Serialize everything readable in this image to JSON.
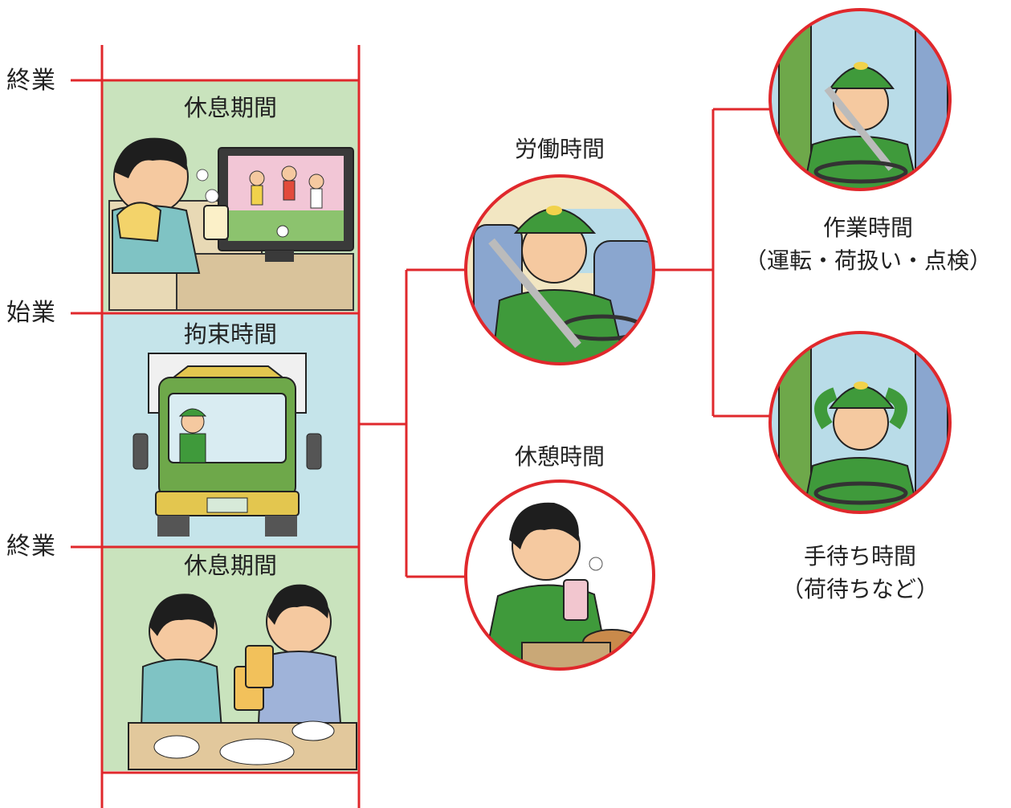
{
  "timeline": {
    "top_end_label": "終業",
    "start_label": "始業",
    "bottom_end_label": "終業"
  },
  "panels": {
    "rest_top": {
      "title": "休息期間",
      "illustration": "man-watching-soccer-on-tv"
    },
    "restraint": {
      "title": "拘束時間",
      "illustration": "driver-in-green-truck"
    },
    "rest_bottom": {
      "title": "休息期間",
      "illustration": "two-men-toasting-beer"
    }
  },
  "nodes": {
    "labor": {
      "title": "労働時間",
      "illustration": "driver-driving-truck"
    },
    "break": {
      "title": "休憩時間",
      "illustration": "driver-drinking-and-eating"
    },
    "work": {
      "title": "作業時間",
      "subtitle": "（運転・荷扱い・点検）",
      "illustration": "driver-with-seatbelt"
    },
    "waiting": {
      "title": "手待ち時間",
      "subtitle": "（荷待ちなど）",
      "illustration": "driver-relaxing-waiting"
    }
  },
  "colors": {
    "line_red": "#e0282c",
    "rest_panel_bg": "#c9e3bd",
    "restraint_panel_bg": "#c5e4ea",
    "truck_green": "#6ea84a",
    "uniform_green": "#3f9a3b"
  }
}
